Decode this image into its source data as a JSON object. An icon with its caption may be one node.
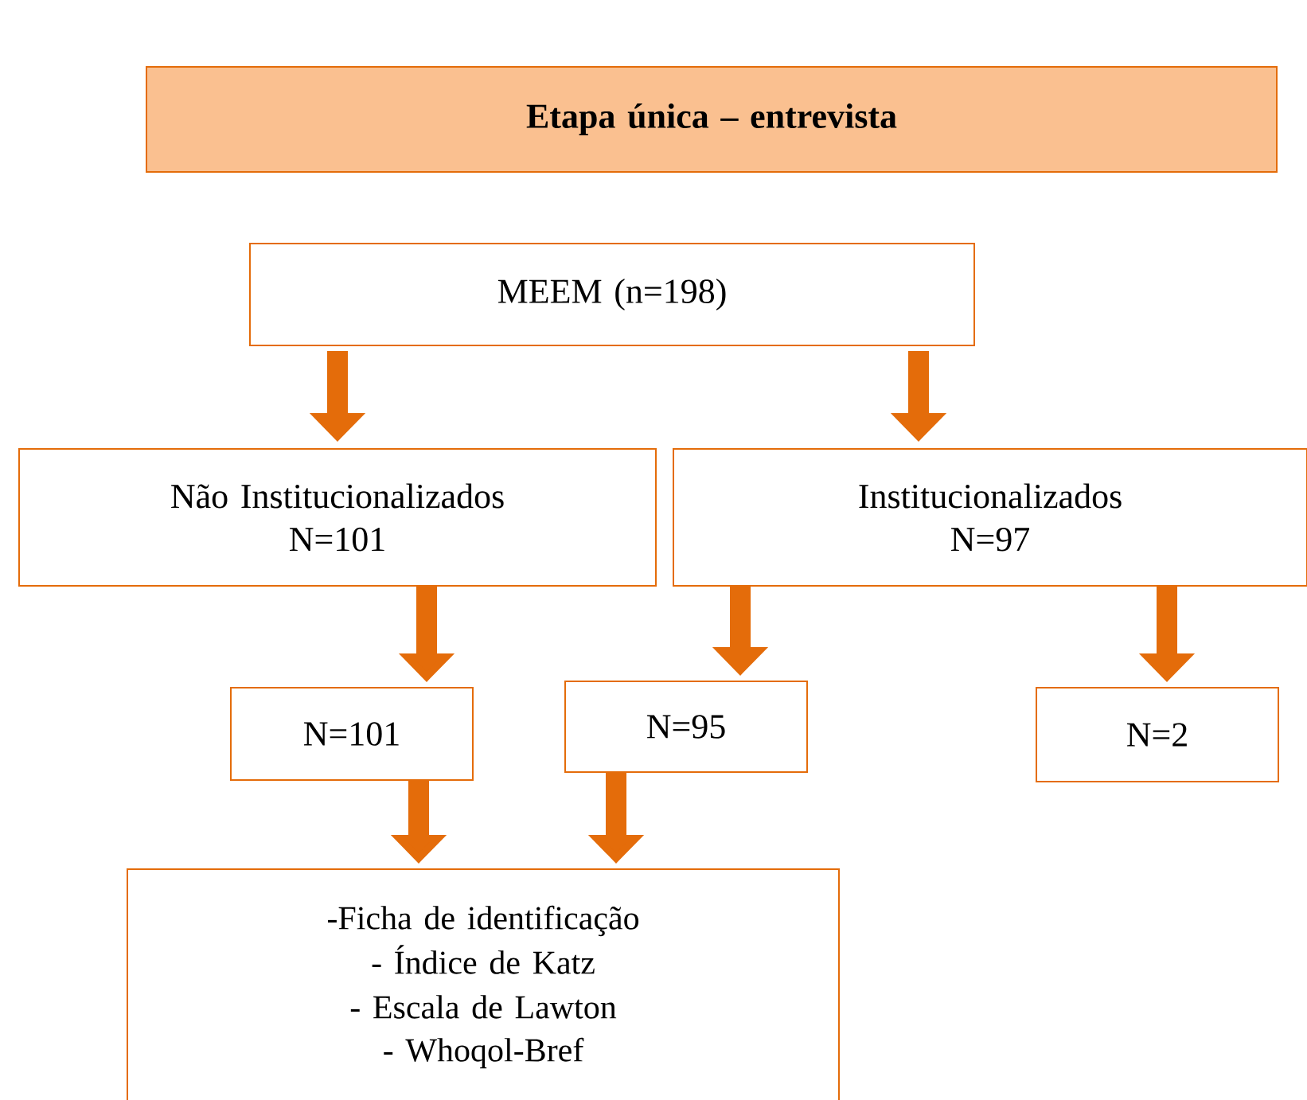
{
  "diagram": {
    "nodes": [
      {
        "text": [
          "Etapa única – entrevista"
        ]
      },
      {
        "text": [
          "MEEM (n=198)"
        ]
      },
      {
        "text": [
          "Não Institucionalizados N=101"
        ]
      },
      {
        "text": [
          "Institucionalizados N=97"
        ]
      },
      {
        "text": [
          "N=101"
        ]
      },
      {
        "text": [
          "N=95"
        ]
      },
      {
        "text": [
          "N=2"
        ]
      },
      {
        "text": [
          "-Ficha de identificação",
          "- Índice de Katz",
          "- Escala de Lawton",
          "- Whoqol-Bref"
        ]
      }
    ],
    "edges": [
      {
        "from": 1,
        "to": 2,
        "arrow": "to"
      },
      {
        "from": 1,
        "to": 3,
        "arrow": "to"
      },
      {
        "from": 2,
        "to": 4,
        "arrow": "to"
      },
      {
        "from": 3,
        "to": 5,
        "arrow": "to"
      },
      {
        "from": 3,
        "to": 6,
        "arrow": "to"
      },
      {
        "from": 4,
        "to": 7,
        "arrow": "to"
      },
      {
        "from": 5,
        "to": 7,
        "arrow": "to"
      }
    ]
  }
}
